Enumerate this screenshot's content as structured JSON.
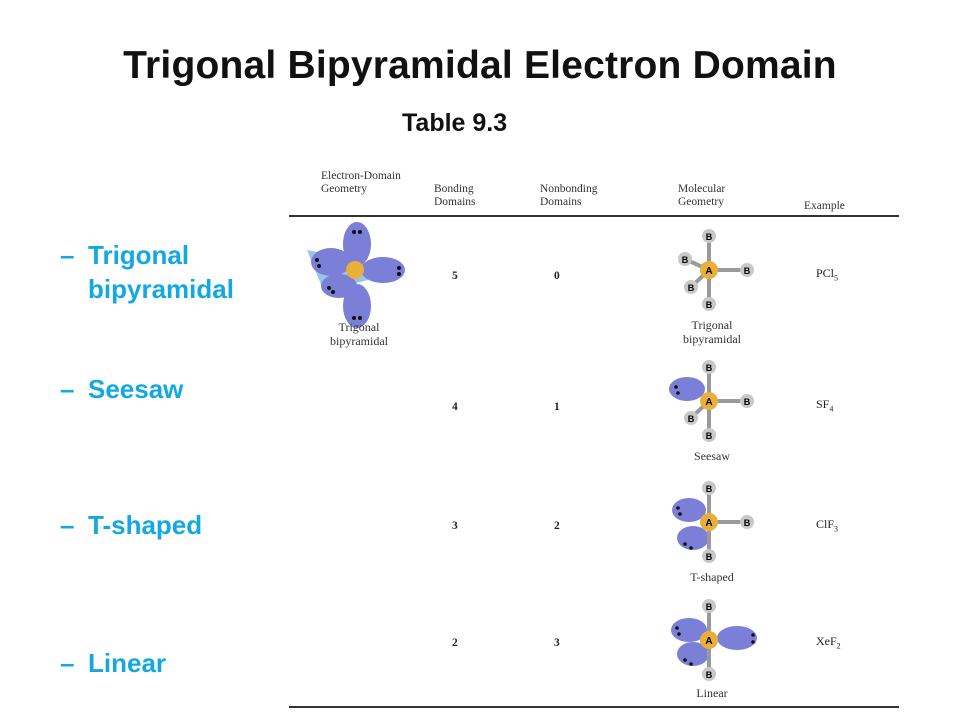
{
  "slide": {
    "title": "Trigonal Bipyramidal Electron Domain",
    "subtitle": "Table 9.3"
  },
  "bullets": [
    {
      "dash": "–",
      "text": "Trigonal bipyramidal"
    },
    {
      "dash": "–",
      "text": "Seesaw"
    },
    {
      "dash": "–",
      "text": "T-shaped"
    },
    {
      "dash": "–",
      "text": "Linear"
    }
  ],
  "table": {
    "headers": {
      "electron_domain_geometry": "Electron-Domain Geometry",
      "bonding_domains": "Bonding Domains",
      "nonbonding_domains": "Nonbonding Domains",
      "molecular_geometry": "Molecular Geometry",
      "example": "Example"
    },
    "electron_domain_caption": "Trigonal bipyramidal",
    "rows": [
      {
        "bonding": "5",
        "nonbonding": "0",
        "geometry": "Trigonal bipyramidal",
        "example_main": "PCl",
        "example_sub": "5"
      },
      {
        "bonding": "4",
        "nonbonding": "1",
        "geometry": "Seesaw",
        "example_main": "SF",
        "example_sub": "4"
      },
      {
        "bonding": "3",
        "nonbonding": "2",
        "geometry": "T-shaped",
        "example_main": "ClF",
        "example_sub": "3"
      },
      {
        "bonding": "2",
        "nonbonding": "3",
        "geometry": "Linear",
        "example_main": "XeF",
        "example_sub": "2"
      }
    ],
    "atom_labels": {
      "central": "A",
      "bonded": "B"
    }
  },
  "colors": {
    "title": "#111111",
    "bullet": "#14a8e0",
    "lobe": "#7b7fd8",
    "central_atom": "#e8b03a",
    "bonded_atom": "#c8c8c8",
    "plane": "#5fa8e0"
  }
}
